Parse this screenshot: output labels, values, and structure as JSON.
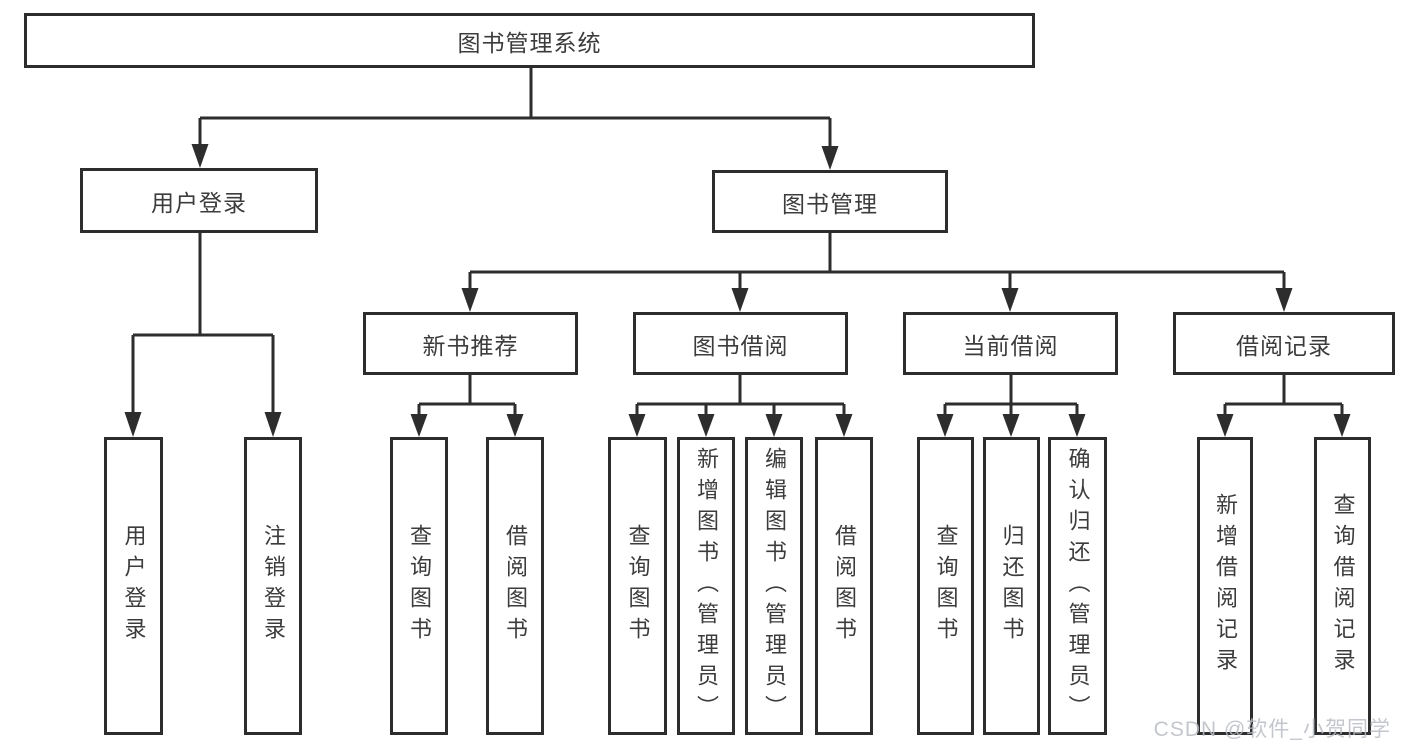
{
  "tree": {
    "root": "图书管理系统",
    "children": [
      {
        "label": "用户登录",
        "children": [
          {
            "label": "用户登录"
          },
          {
            "label": "注销登录"
          }
        ]
      },
      {
        "label": "图书管理",
        "children": [
          {
            "label": "新书推荐",
            "children": [
              {
                "label": "查询图书"
              },
              {
                "label": "借阅图书"
              }
            ]
          },
          {
            "label": "图书借阅",
            "children": [
              {
                "label": "查询图书"
              },
              {
                "label": "新增图书（管理员）"
              },
              {
                "label": "编辑图书（管理员）"
              },
              {
                "label": "借阅图书"
              }
            ]
          },
          {
            "label": "当前借阅",
            "children": [
              {
                "label": "查询图书"
              },
              {
                "label": "归还图书"
              },
              {
                "label": "确认归还（管理员）"
              }
            ]
          },
          {
            "label": "借阅记录",
            "children": [
              {
                "label": "新增借阅记录"
              },
              {
                "label": "查询借阅记录"
              }
            ]
          }
        ]
      }
    ]
  },
  "watermark": {
    "text": "CSDN @软件_小贺同学"
  },
  "colors": {
    "line": "#2d2d2d",
    "text": "#3c3c3c",
    "watermark": "#b9bdc4",
    "background": "#ffffff"
  }
}
